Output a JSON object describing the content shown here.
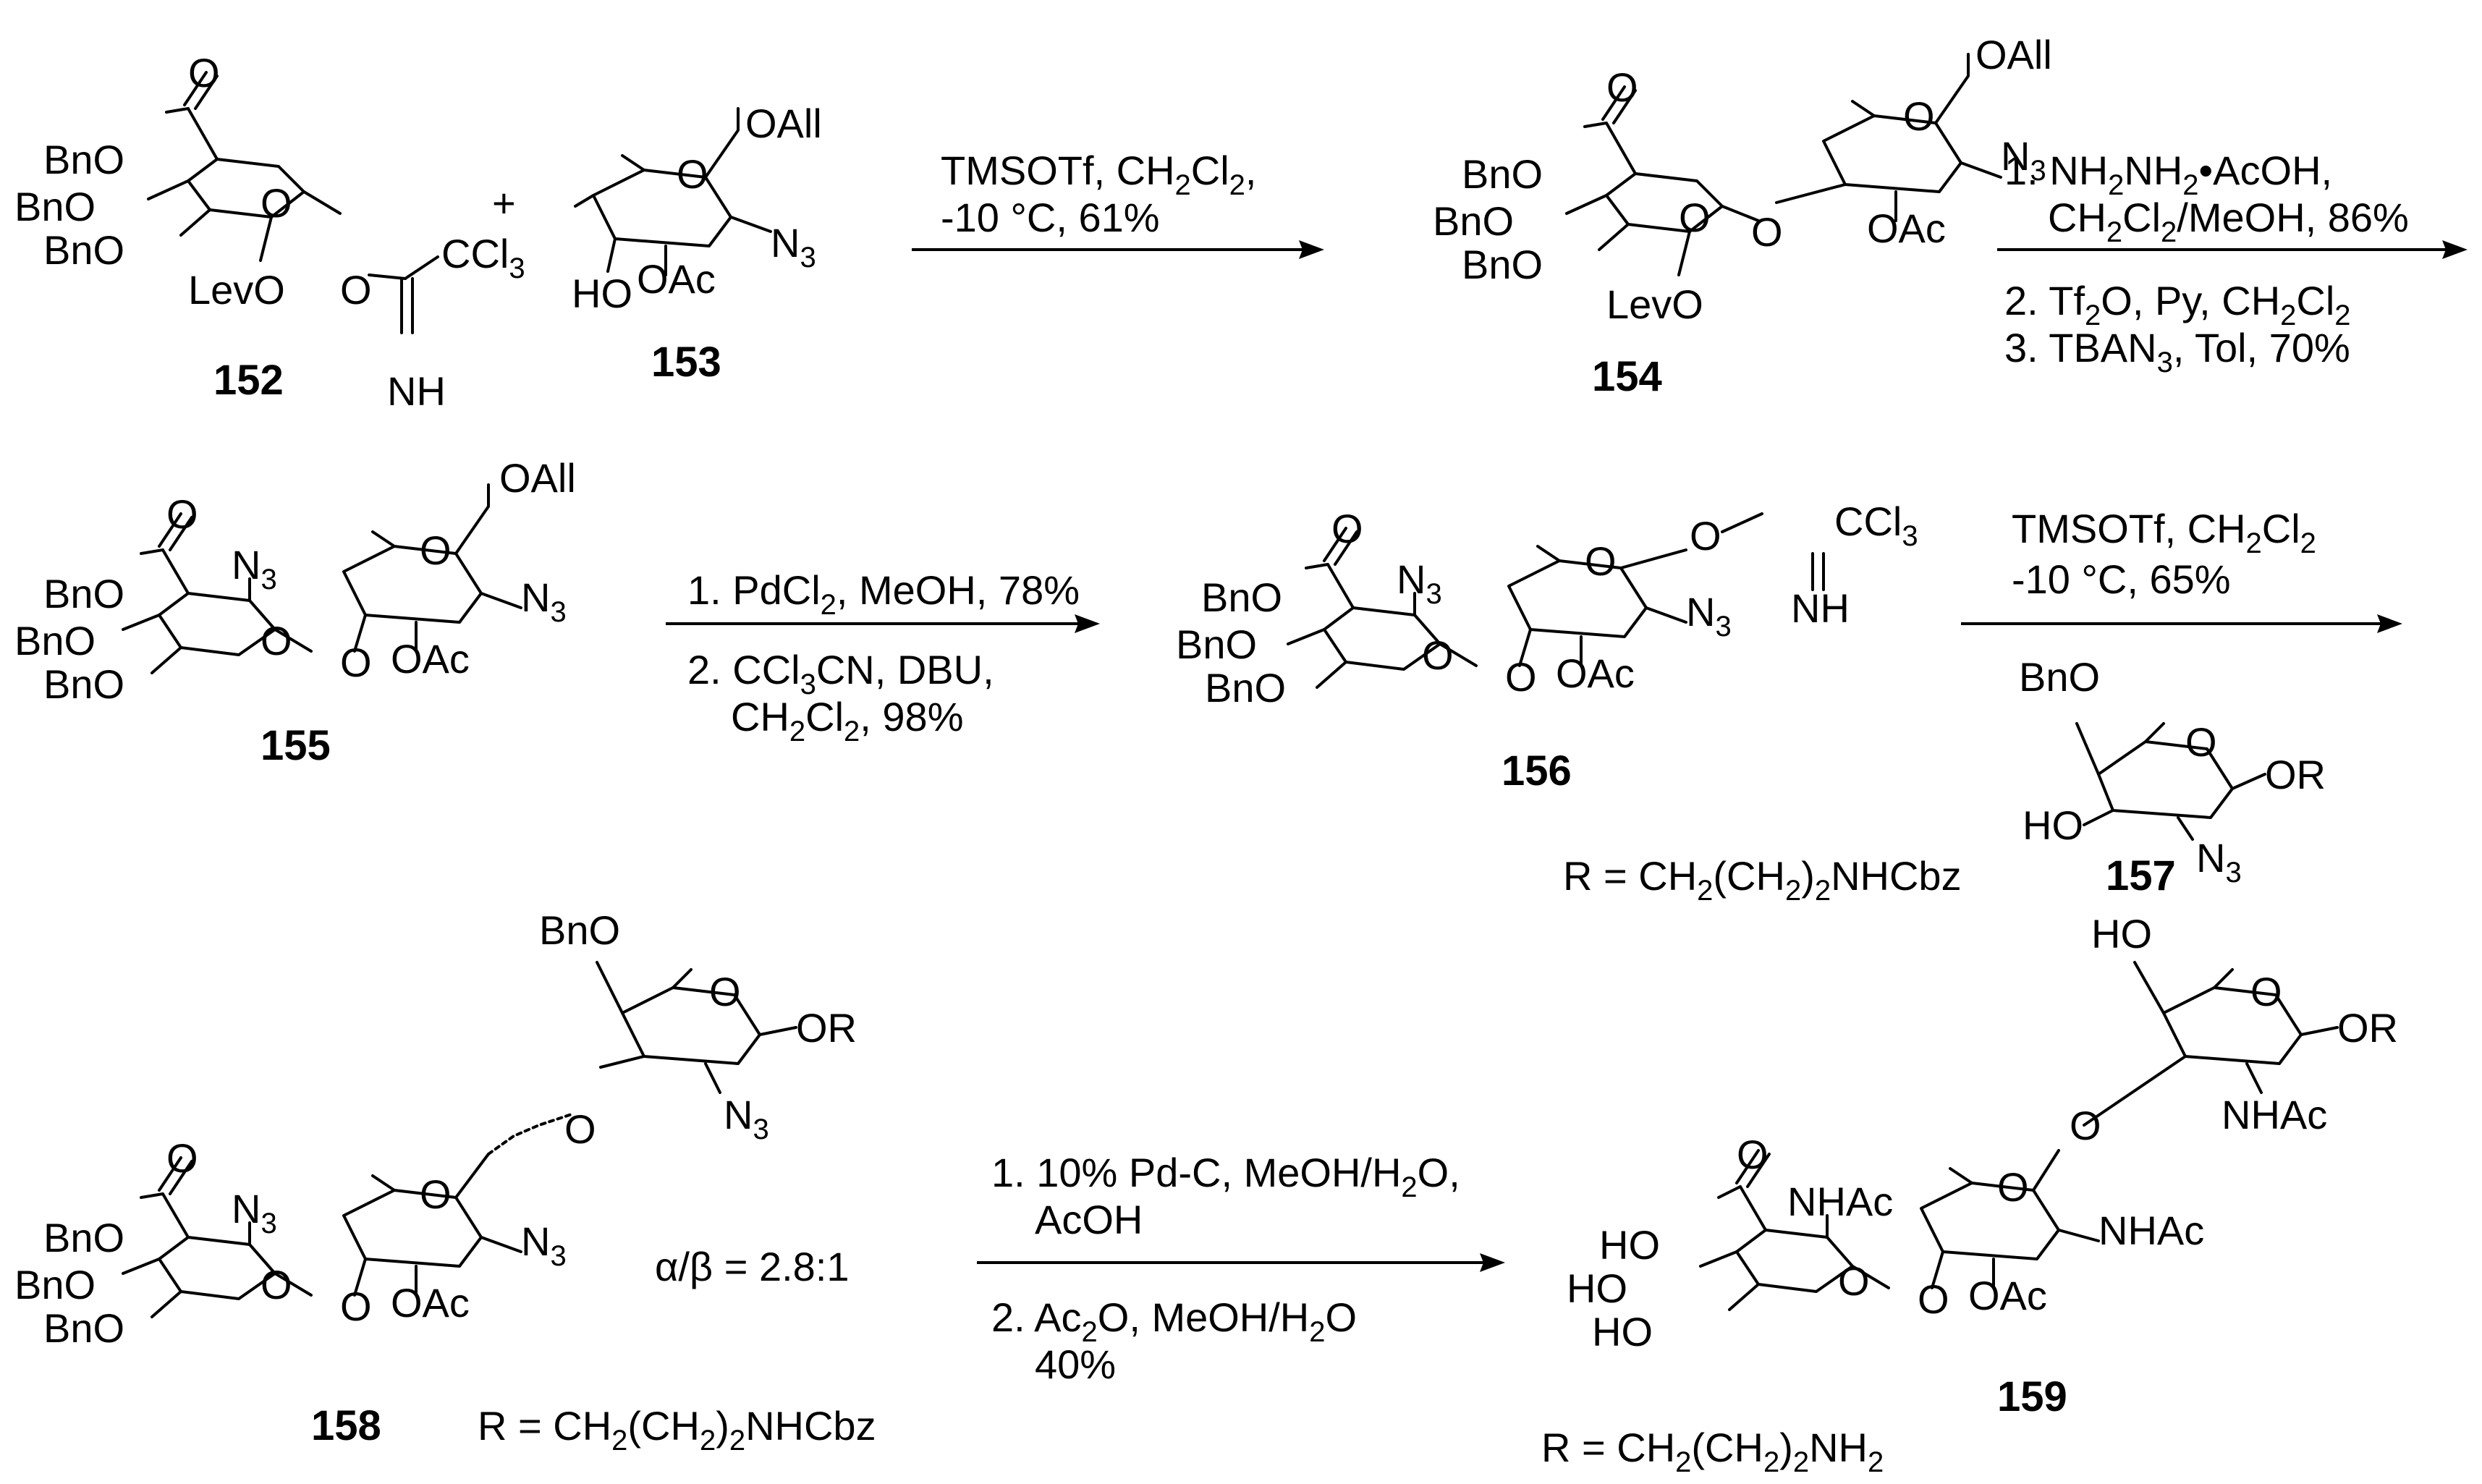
{
  "compounds": {
    "c152": "152",
    "c153": "153",
    "c154": "154",
    "c155": "155",
    "c156": "156",
    "c157": "157",
    "c158": "158",
    "c159": "159"
  },
  "labels": {
    "OBn": "BnO",
    "OLev": "LevO",
    "OAll": "OAll",
    "OAc": "OAc",
    "OH": "HO",
    "HO_acid": "HO",
    "O": "O",
    "N3": "N",
    "N3sub": "3",
    "NH": "NH",
    "CCl3": "CCl",
    "CCl3sub": "3",
    "OR": "OR",
    "NHAc": "NHAc",
    "plus": "+"
  },
  "steps": {
    "s1": {
      "l1": "TMSOTf, CH",
      "l1s": "2",
      "l1b": "Cl",
      "l1c": "2",
      "l1d": ",",
      "l2": "-10 °C, 61%"
    },
    "s2": {
      "l1": "1. NH",
      "l1s": "2",
      "l1b": "NH",
      "l1c": "2",
      "l1d": "•AcOH,",
      "l2": "CH",
      "l2s": "2",
      "l2b": "Cl",
      "l2c": "2",
      "l2d": "/MeOH, 86%",
      "l3": "2. Tf",
      "l3s": "2",
      "l3b": "O, Py, CH",
      "l3c": "2",
      "l3d": "Cl",
      "l3e": "2",
      "l4": "3. TBAN",
      "l4s": "3",
      "l4b": ", Tol, 70%"
    },
    "s3": {
      "l1": "1. PdCl",
      "l1s": "2",
      "l1b": ", MeOH, 78%",
      "l2": "2. CCl",
      "l2s": "3",
      "l2b": "CN, DBU,",
      "l3": "CH",
      "l3s": "2",
      "l3b": "Cl",
      "l3c": "2",
      "l3d": ", 98%"
    },
    "s4": {
      "l1": "TMSOTf, CH",
      "l1s": "2",
      "l1b": "Cl",
      "l1c": "2",
      "l2": "-10 °C, 65%"
    },
    "s5": {
      "l1": "1. 10% Pd-C, MeOH/H",
      "l1s": "2",
      "l1b": "O,",
      "l2": "AcOH",
      "l3": "2. Ac",
      "l3s": "2",
      "l3b": "O, MeOH/H",
      "l3c": "2",
      "l3d": "O",
      "l4": "40%"
    }
  },
  "notes": {
    "r1": "R = CH",
    "r1s": "2",
    "r1b": "(CH",
    "r1c": "2",
    "r1d": ")",
    "r1e": "2",
    "r1f": "NHCbz",
    "r2": "R = CH",
    "r2s": "2",
    "r2b": "(CH",
    "r2c": "2",
    "r2d": ")",
    "r2e": "2",
    "r2f": "NHCbz",
    "r3": "R = CH",
    "r3s": "2",
    "r3b": "(CH",
    "r3c": "2",
    "r3d": ")",
    "r3e": "2",
    "r3f": "NH",
    "r3g": "2",
    "ratio": "α/β = 2.8:1"
  }
}
